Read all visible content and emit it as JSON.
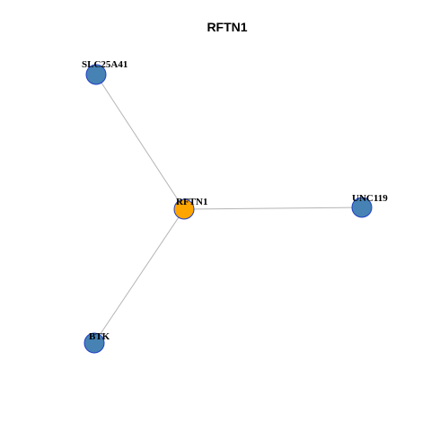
{
  "title": "RFTN1",
  "colors": {
    "center_node": "#FFA500",
    "neighbor_node": "#4682B4",
    "node_border": "#1F3FC4",
    "edge": "#B4B4B4"
  },
  "nodes": [
    {
      "id": "RFTN1",
      "label": "RFTN1",
      "role": "center"
    },
    {
      "id": "SLC25A41",
      "label": "SLC25A41",
      "role": "neighbor"
    },
    {
      "id": "UNC119",
      "label": "UNC119",
      "role": "neighbor"
    },
    {
      "id": "BTK",
      "label": "BTK",
      "role": "neighbor"
    }
  ],
  "edges": [
    {
      "source": "RFTN1",
      "target": "SLC25A41"
    },
    {
      "source": "RFTN1",
      "target": "UNC119"
    },
    {
      "source": "RFTN1",
      "target": "BTK"
    }
  ]
}
